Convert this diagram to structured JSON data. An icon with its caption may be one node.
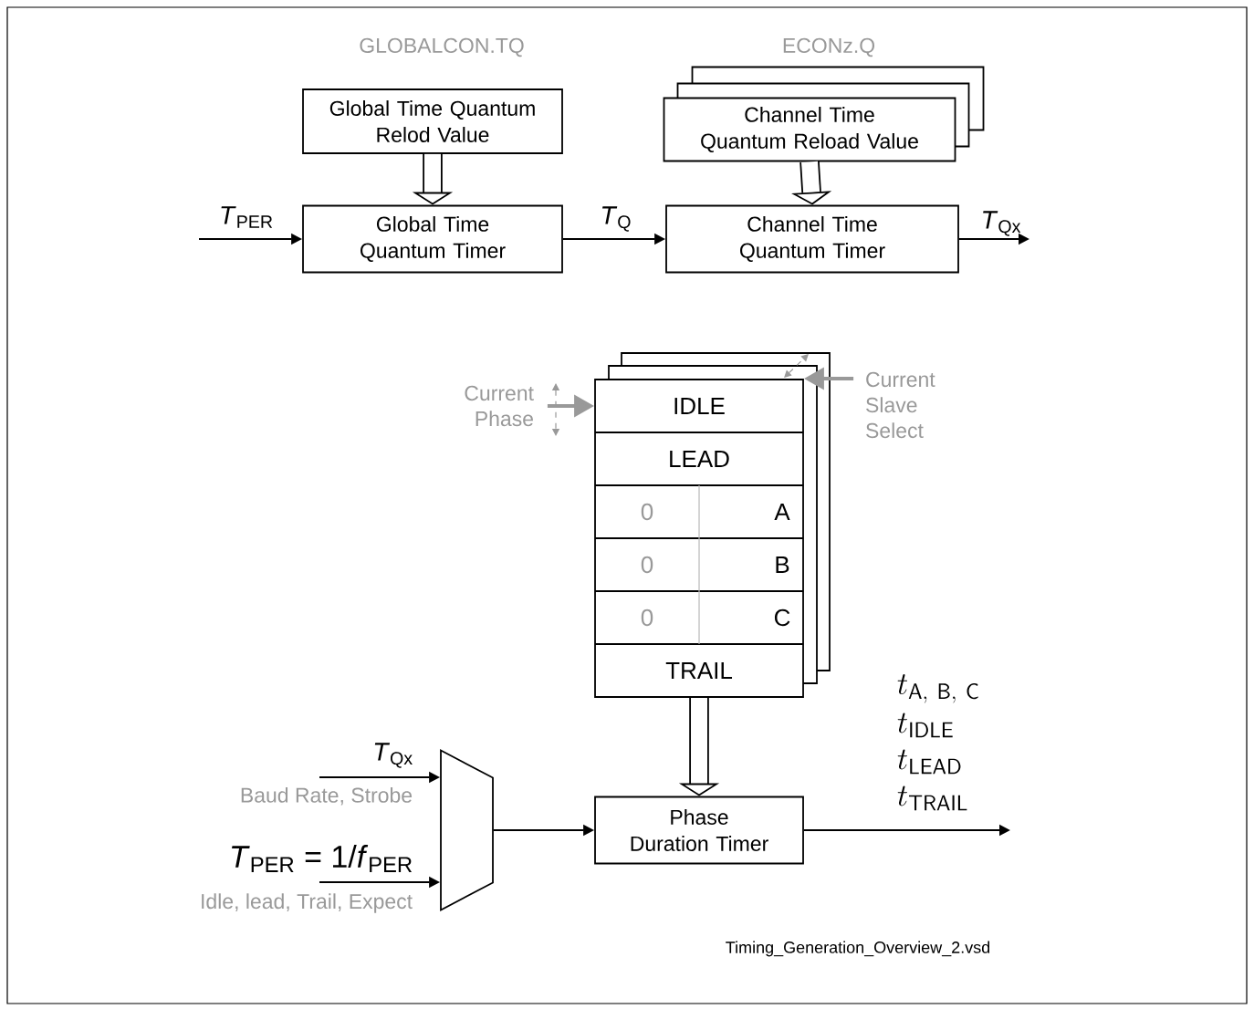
{
  "diagram": {
    "nodes": [
      {
        "text": [
          "Global Time Quantum Relod Value"
        ],
        "beside": [
          "GLOBALCON.TQ"
        ]
      },
      {
        "text": [
          "Global Time Quantum Timer"
        ]
      },
      {
        "text": [
          "Channel Time Quantum Reload Value"
        ],
        "beside": [
          "ECONz.Q"
        ]
      },
      {
        "text": [
          "Channel Time Quantum Timer"
        ]
      },
      {
        "text": [
          "Current Phase"
        ]
      },
      {
        "text": [
          "IDLE",
          "LEAD",
          "0",
          "A",
          "0",
          "B",
          "0",
          "C",
          "TRAIL"
        ]
      },
      {
        "text": [
          "Current Slave Select"
        ]
      },
      {
        "text": [],
        "shape": "trapezoid"
      },
      {
        "text": [
          "Phase Duration Timer"
        ]
      }
    ],
    "edges": [
      {
        "from": null,
        "to": 1,
        "arrow": "to",
        "label": "*T*$_{PER}$"
      },
      {
        "from": 0,
        "to": 1,
        "arrow": "to",
        "style": "thick"
      },
      {
        "from": 1,
        "to": 3,
        "arrow": "to",
        "label": "*T*$_{Q}$"
      },
      {
        "from": 2,
        "to": 3,
        "arrow": "to",
        "style": "thick"
      },
      {
        "from": 3,
        "to": null,
        "arrow": "to",
        "label": "*T*$_{Qx}$"
      },
      {
        "from": 4,
        "to": 5,
        "arrow": "to",
        "style": "thick",
        "color": "#999999"
      },
      {
        "from": 6,
        "to": 5,
        "arrow": "to",
        "style": "thick",
        "color": "#999999"
      },
      {
        "from": 5,
        "to": 8,
        "arrow": "to",
        "style": "thick"
      },
      {
        "from": null,
        "to": 7,
        "arrow": "to",
        "label": "*T*$_{Qx}$"
      },
      {
        "from": null,
        "to": 7,
        "arrow": "to",
        "label": "*T*$_{PER}$ = 1/*f*$_{PER}$"
      },
      {
        "from": 7,
        "to": 8,
        "arrow": "to"
      },
      {
        "from": 8,
        "to": null,
        "arrow": "to"
      }
    ],
    "labels": [
      "t_{\\mathsf{A,\\ B,\\ C}}",
      "t_{\\mathsf{IDLE}}",
      "t_{\\mathsf{LEAD}}",
      "t_{\\mathsf{TRAIL}}",
      "Baud Rate, Strobe",
      "Idle, lead, Trail, Expect",
      "Timing_Generation_Overview_2.vsd"
    ]
  }
}
